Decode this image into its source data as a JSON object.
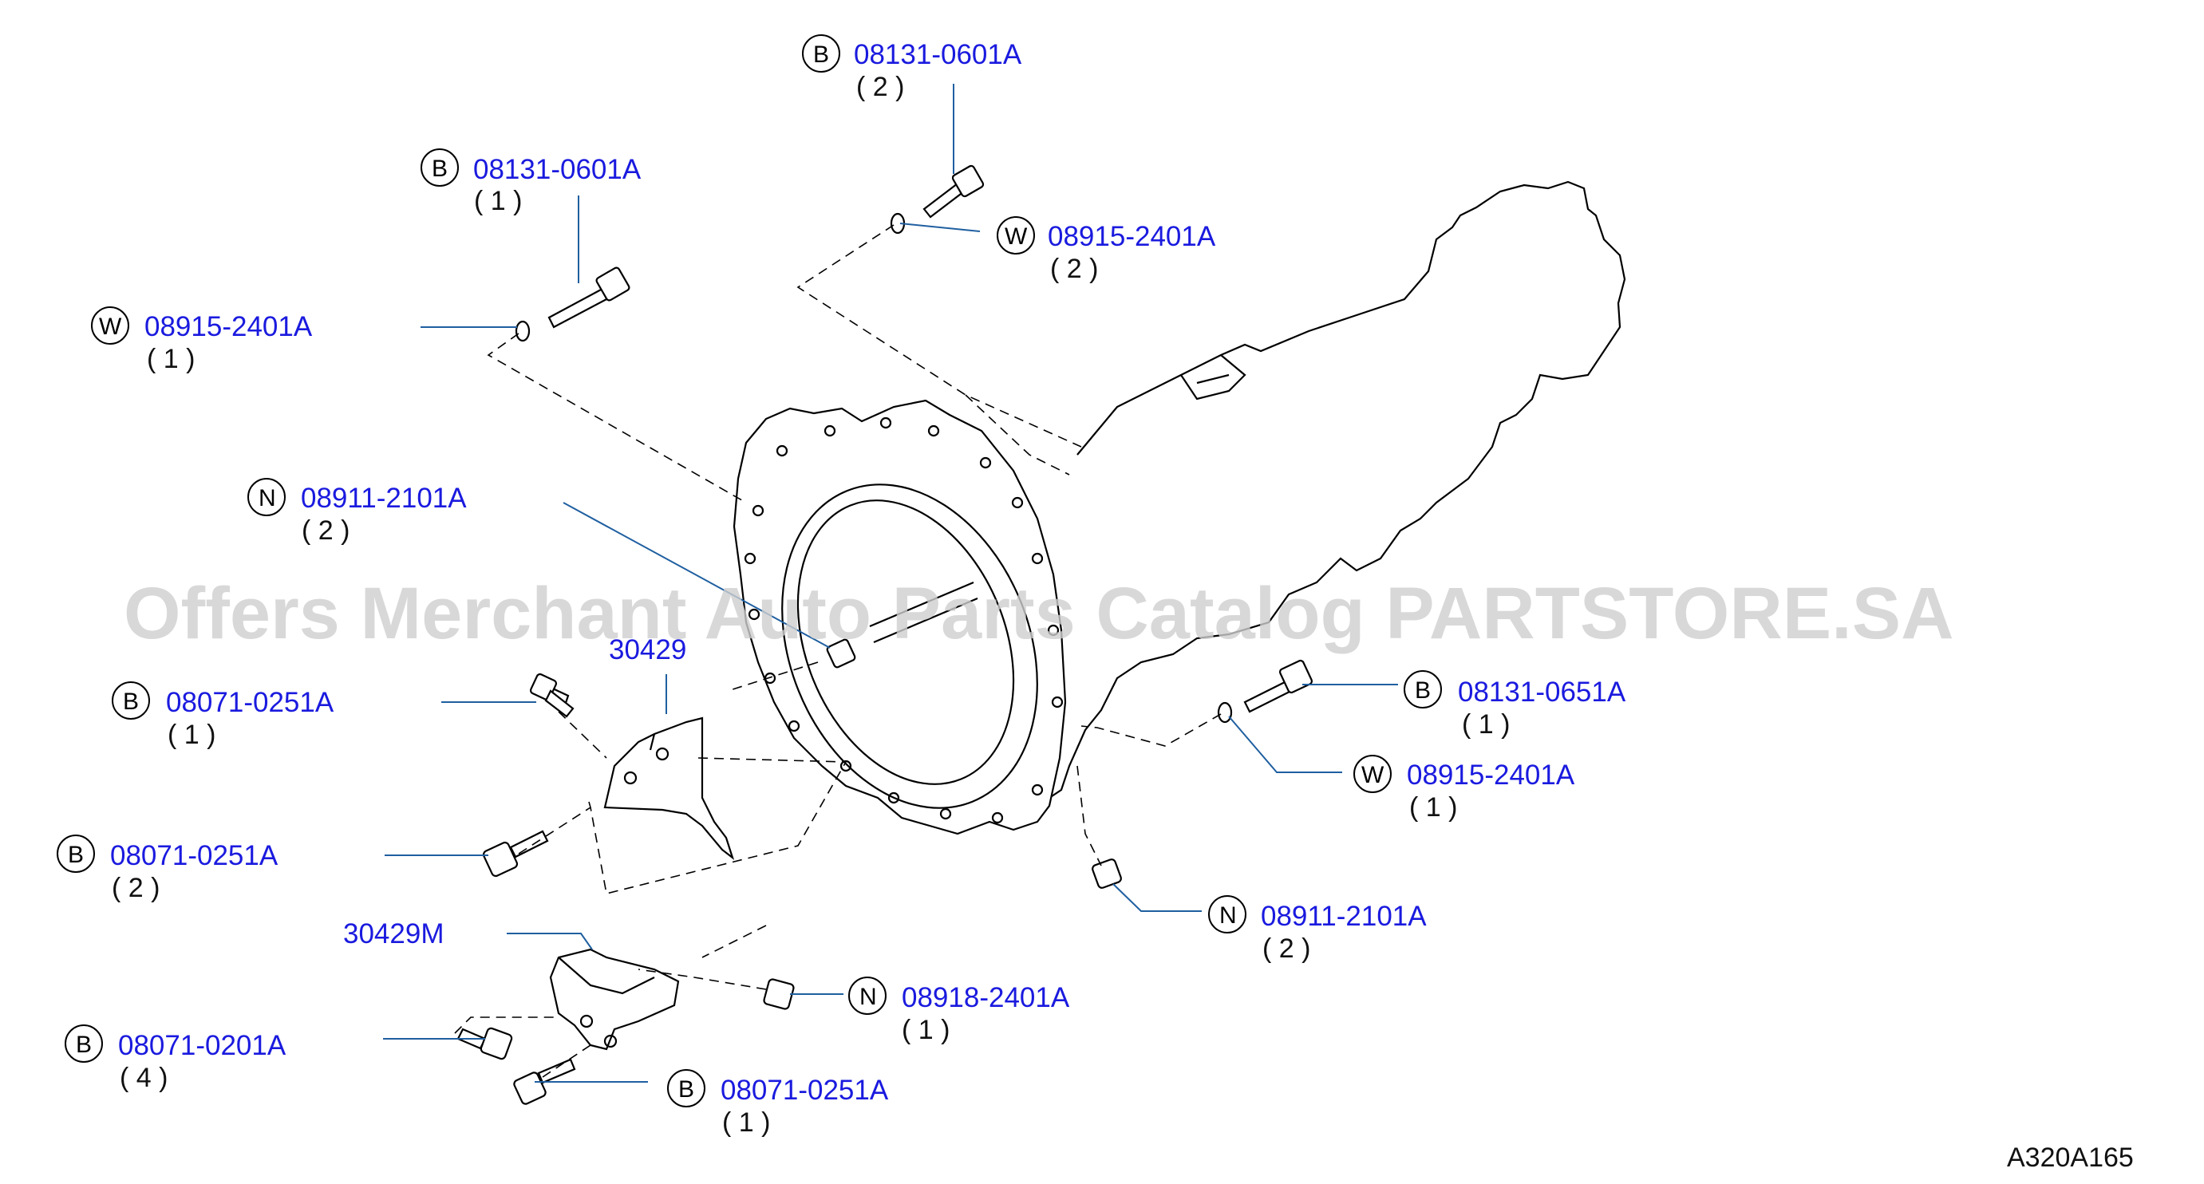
{
  "watermark": "Offers Merchant Auto Parts Catalog PARTSTORE.SA",
  "diagram_code": "A320A165",
  "callouts": {
    "top_bolt": {
      "letter": "B",
      "part": "08131-0601A",
      "qty": "( 2 )"
    },
    "top_washer": {
      "letter": "W",
      "part": "08915-2401A",
      "qty": "( 2 )"
    },
    "upper_bolt": {
      "letter": "B",
      "part": "08131-0601A",
      "qty": "( 1 )"
    },
    "upper_washer": {
      "letter": "W",
      "part": "08915-2401A",
      "qty": "( 1 )"
    },
    "stud_nut": {
      "letter": "N",
      "part": "08911-2101A",
      "qty": "( 2 )"
    },
    "plate_bolt_1": {
      "letter": "B",
      "part": "08071-0251A",
      "qty": "( 1 )"
    },
    "plate_bolt_2": {
      "letter": "B",
      "part": "08071-0251A",
      "qty": "( 2 )"
    },
    "right_bolt": {
      "letter": "B",
      "part": "08131-0651A",
      "qty": "( 1 )"
    },
    "right_washer": {
      "letter": "W",
      "part": "08915-2401A",
      "qty": "( 1 )"
    },
    "lower_nut": {
      "letter": "N",
      "part": "08911-2101A",
      "qty": "( 2 )"
    },
    "bracket_nut": {
      "letter": "N",
      "part": "08918-2401A",
      "qty": "( 1 )"
    },
    "bracket_bolt_4": {
      "letter": "B",
      "part": "08071-0201A",
      "qty": "( 4 )"
    },
    "bracket_bolt_1": {
      "letter": "B",
      "part": "08071-0251A",
      "qty": "( 1 )"
    }
  },
  "part_numbers": {
    "plate": "30429",
    "bracket": "30429M"
  }
}
